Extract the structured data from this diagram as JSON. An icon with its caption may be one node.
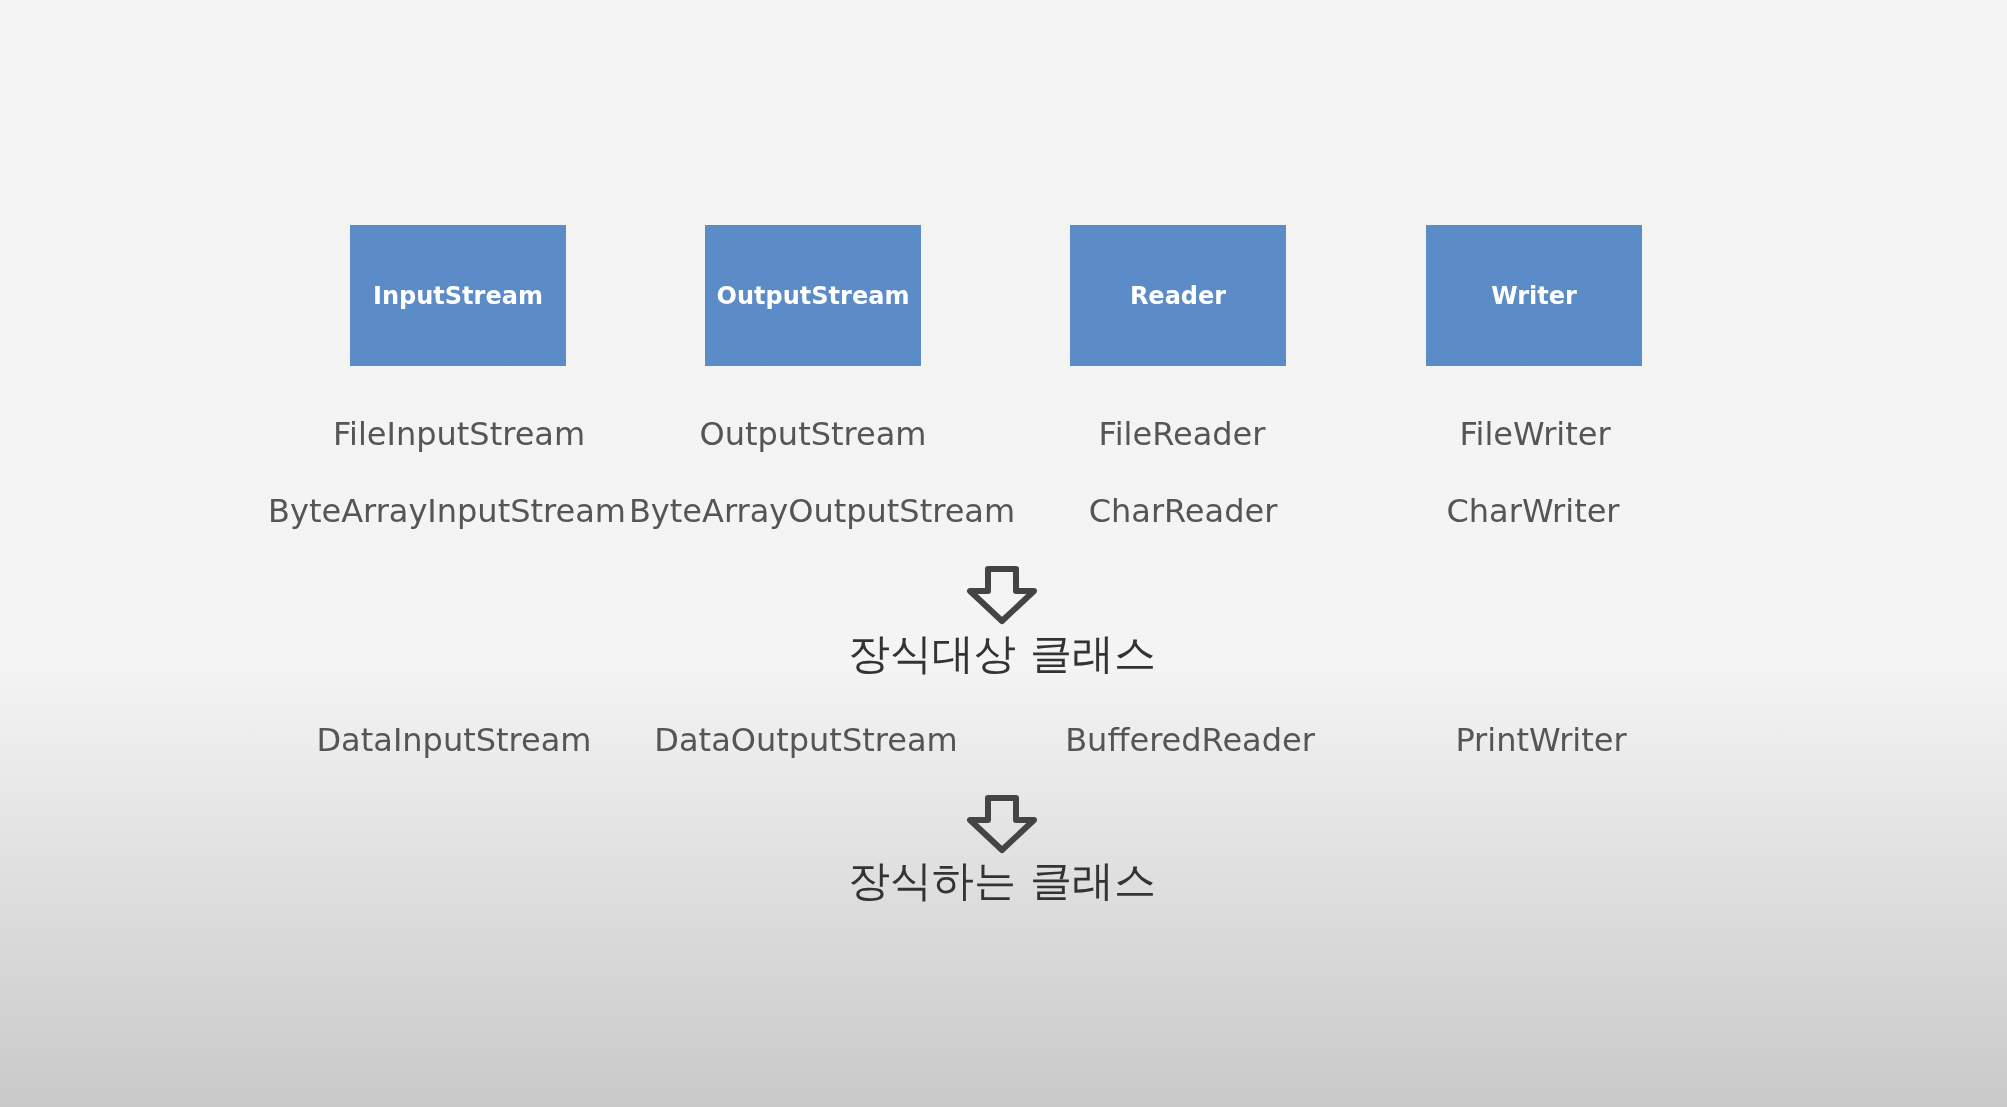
{
  "diagram": {
    "nodes": [
      {
        "text": [
          "InputStream"
        ]
      },
      {
        "text": [
          "OutputStream"
        ]
      },
      {
        "text": [
          "Reader"
        ]
      },
      {
        "text": [
          "Writer"
        ]
      }
    ],
    "labels": [
      "FileInputStream",
      "OutputStream",
      "FileReader",
      "FileWriter",
      "ByteArrayInputStream",
      "ByteArrayOutputStream",
      "CharReader",
      "CharWriter",
      "장식대상 클래스",
      "DataInputStream",
      "DataOutputStream",
      "BufferedReader",
      "PrintWriter",
      "장식하는 클래스"
    ]
  }
}
